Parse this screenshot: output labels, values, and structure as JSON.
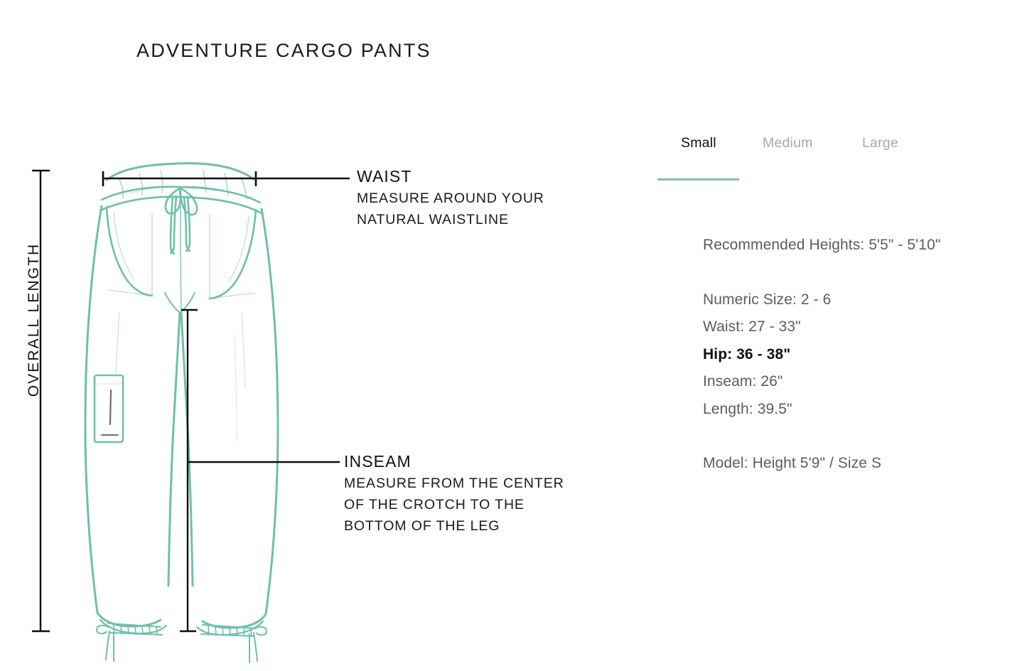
{
  "page": {
    "title": "ADVENTURE CARGO PANTS",
    "overall_length_label": "OVERALL LENGTH"
  },
  "colors": {
    "illustration_stroke": "#6fbfab",
    "accent_underline": "#7cc3b3",
    "text_primary": "#111111",
    "text_muted": "#5c5c5c",
    "tab_inactive": "#a9a9a9"
  },
  "callouts": [
    {
      "title": "WAIST",
      "lines": [
        "MEASURE AROUND YOUR",
        "NATURAL WAISTLINE"
      ]
    },
    {
      "title": "INSEAM",
      "lines": [
        "MEASURE FROM THE CENTER",
        "OF THE CROTCH TO THE",
        "BOTTOM OF THE LEG"
      ]
    }
  ],
  "size_panel": {
    "tabs": [
      {
        "label": "Small",
        "active": true
      },
      {
        "label": "Medium",
        "active": false
      },
      {
        "label": "Large",
        "active": false
      }
    ],
    "specs": {
      "recommended_heights": "Recommended Heights: 5'5\" - 5'10\"",
      "numeric_size": "Numeric Size: 2 - 6",
      "waist": "Waist: 27 - 33\"",
      "hip": "Hip: 36 - 38\"",
      "inseam": "Inseam: 26\"",
      "length": "Length: 39.5\"",
      "model": "Model: Height 5'9\" / Size S"
    }
  }
}
